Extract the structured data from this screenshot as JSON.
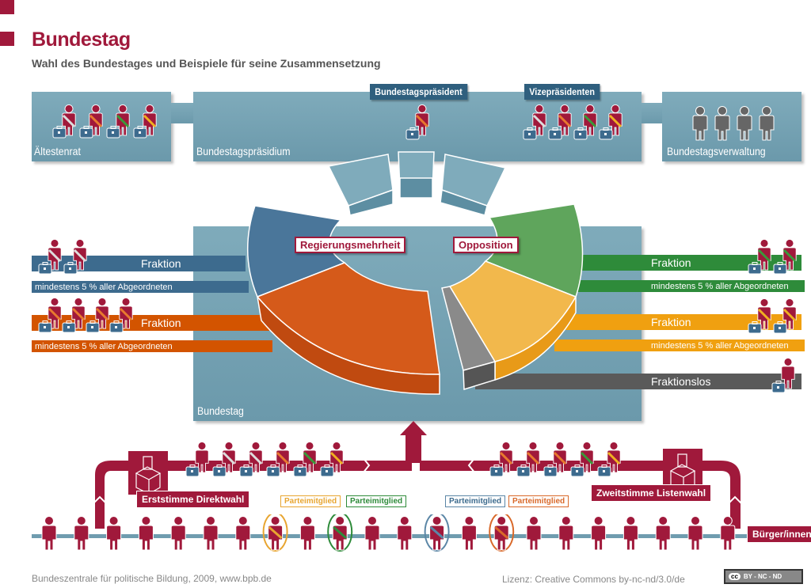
{
  "header": {
    "title": "Bundestag",
    "subtitle": "Wahl des Bundestages und Beispiele für seine Zusammensetzung"
  },
  "colors": {
    "brand": "#a0193b",
    "panel": "#6f9caf",
    "party_blue": "#3d6b8e",
    "party_orange": "#d35400",
    "party_green": "#2e8b3a",
    "party_yellow": "#f0a010",
    "party_gray": "#555555"
  },
  "top": {
    "aeltestenrat": "Ältestenrat",
    "praesidium": "Bundestagspräsidium",
    "praesident_tag": "Bundestagspräsident",
    "vize_tag": "Vizepräsidenten",
    "verwaltung": "Bundestagsverwaltung"
  },
  "chamber": {
    "label": "Bundestag",
    "regierung": "Regierungsmehrheit",
    "opposition": "Opposition"
  },
  "fractions": {
    "left": [
      {
        "name": "Fraktion",
        "note": "mindestens 5 % aller Abgeordneten",
        "color": "#3d6b8e"
      },
      {
        "name": "Fraktion",
        "note": "mindestens 5 % aller Abgeordneten",
        "color": "#d35400"
      }
    ],
    "right": [
      {
        "name": "Fraktion",
        "note": "mindestens 5 % aller Abgeordneten",
        "color": "#2e8b3a"
      },
      {
        "name": "Fraktion",
        "note": "mindestens 5 % aller Abgeordneten",
        "color": "#f0a010"
      }
    ],
    "fraktionslos": "Fraktionslos"
  },
  "election": {
    "erststimme": "Erststimme Direktwahl",
    "zweitstimme": "Zweitstimme Listenwahl",
    "citizens": "Bürger/innen",
    "party_member": "Parteimitglied",
    "member_colors": [
      "#e8a530",
      "#2e8b3a",
      "#5b86a6",
      "#d9692a"
    ]
  },
  "footer": {
    "source": "Bundeszentrale für politische Bildung, 2009, www.bpb.de",
    "license": "Lizenz: Creative Commons by-nc-nd/3.0/de",
    "cc_badge": "cc",
    "cc_terms": "BY - NC - ND"
  }
}
